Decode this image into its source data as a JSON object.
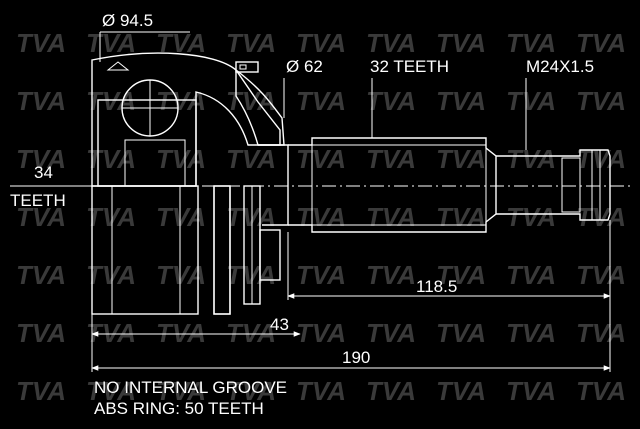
{
  "watermark": {
    "text": "TVA",
    "color": "#3a3a3a"
  },
  "labels": {
    "outer_diameter": "Ø 94.5",
    "inner_diameter": "Ø 62",
    "outer_teeth": "32 TEETH",
    "thread": "M24X1.5",
    "inner_teeth_count": "34",
    "inner_teeth_word": "TEETH",
    "length_shaft": "118.5",
    "length_bell": "43",
    "length_total": "190"
  },
  "notes": {
    "line1": "NO INTERNAL GROOVE",
    "line2": "ABS RING: 50 TEETH"
  },
  "colors": {
    "background": "#000000",
    "line": "#ffffff"
  }
}
